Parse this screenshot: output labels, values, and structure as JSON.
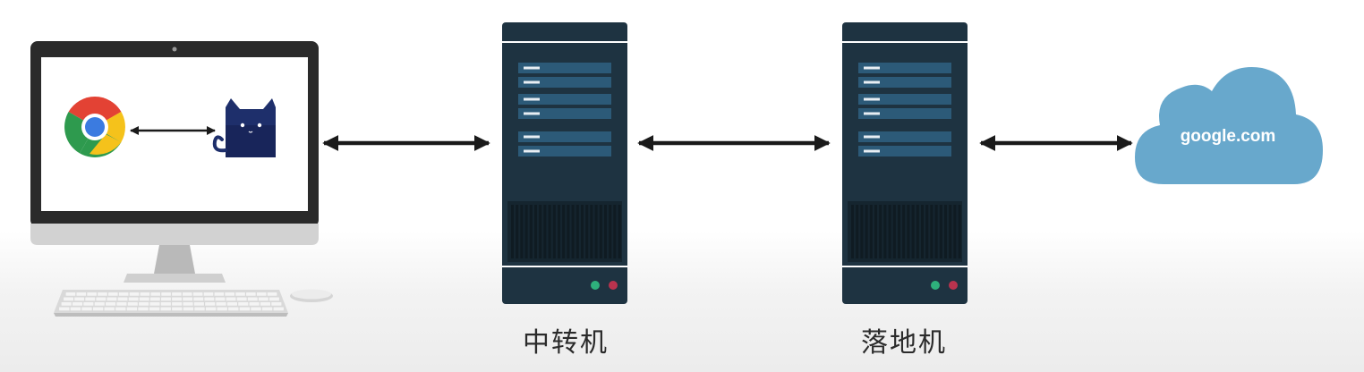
{
  "diagram": {
    "nodes": {
      "client": {
        "label": "",
        "browser_icon": "chrome-icon",
        "proxy_icon": "cat-icon"
      },
      "relay": {
        "label": "中转机",
        "icon": "server-icon"
      },
      "landing": {
        "label": "落地机",
        "icon": "server-icon"
      },
      "destination": {
        "label": "google.com",
        "icon": "cloud-icon"
      }
    },
    "edges": [
      {
        "from": "browser",
        "to": "proxy",
        "direction": "bidirectional"
      },
      {
        "from": "client",
        "to": "relay",
        "direction": "bidirectional"
      },
      {
        "from": "relay",
        "to": "landing",
        "direction": "bidirectional"
      },
      {
        "from": "landing",
        "to": "destination",
        "direction": "bidirectional"
      }
    ],
    "colors": {
      "server_body": "#1e3341",
      "server_panel": "#2c5a78",
      "server_led_green": "#2eb07c",
      "server_led_red": "#b8334e",
      "cloud": "#68a8cc",
      "arrow": "#1a1a1a",
      "monitor_frame": "#2a2a2a",
      "monitor_stand": "#bdbdbd"
    }
  }
}
